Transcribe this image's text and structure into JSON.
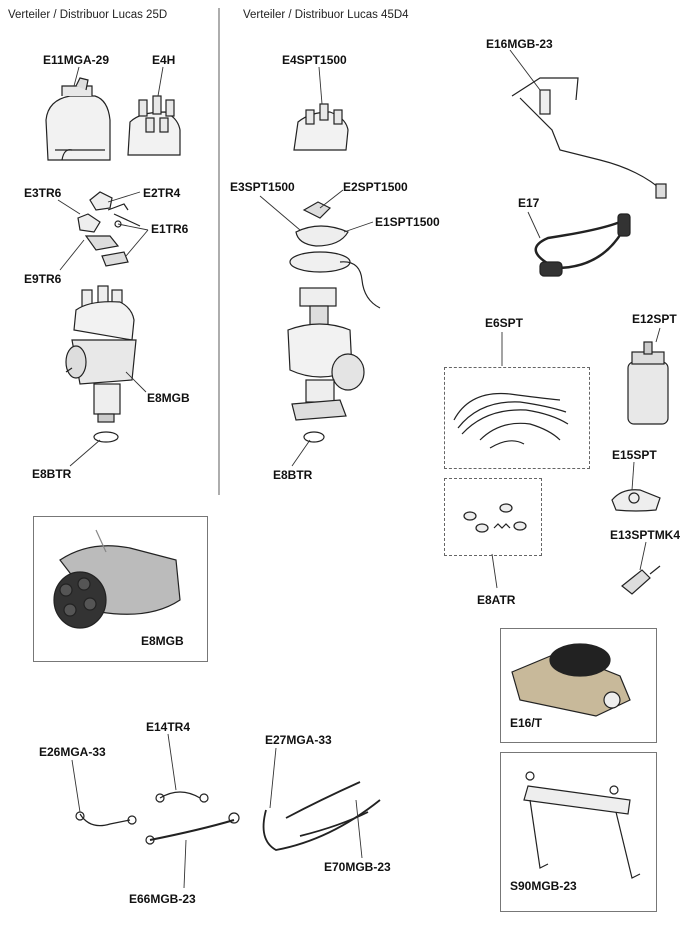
{
  "headers": {
    "left": "Verteiler / Distribuor Lucas 25D",
    "middle": "Verteiler / Distribuor Lucas 45D4"
  },
  "parts": {
    "e11mga29": "E11MGA-29",
    "e4h": "E4H",
    "e3tr6": "E3TR6",
    "e2tr4": "E2TR4",
    "e1tr6": "E1TR6",
    "e9tr6": "E9TR6",
    "e8mgb": "E8MGB",
    "e8btr_left": "E8BTR",
    "e8mgb_photo": "E8MGB",
    "e4spt1500": "E4SPT1500",
    "e3spt1500": "E3SPT1500",
    "e2spt1500": "E2SPT1500",
    "e1spt1500": "E1SPT1500",
    "e8btr_mid": "E8BTR",
    "e16mgb23": "E16MGB-23",
    "e17": "E17",
    "e6spt": "E6SPT",
    "e12spt": "E12SPT",
    "e15spt": "E15SPT",
    "e13sptmk4": "E13SPTMK4",
    "e8atr": "E8ATR",
    "e16t": "E16/T",
    "s90mgb23": "S90MGB-23",
    "e14tr4": "E14TR4",
    "e26mga33": "E26MGA-33",
    "e27mga33": "E27MGA-33",
    "e66mgb23": "E66MGB-23",
    "e70mgb23": "E70MGB-23"
  }
}
